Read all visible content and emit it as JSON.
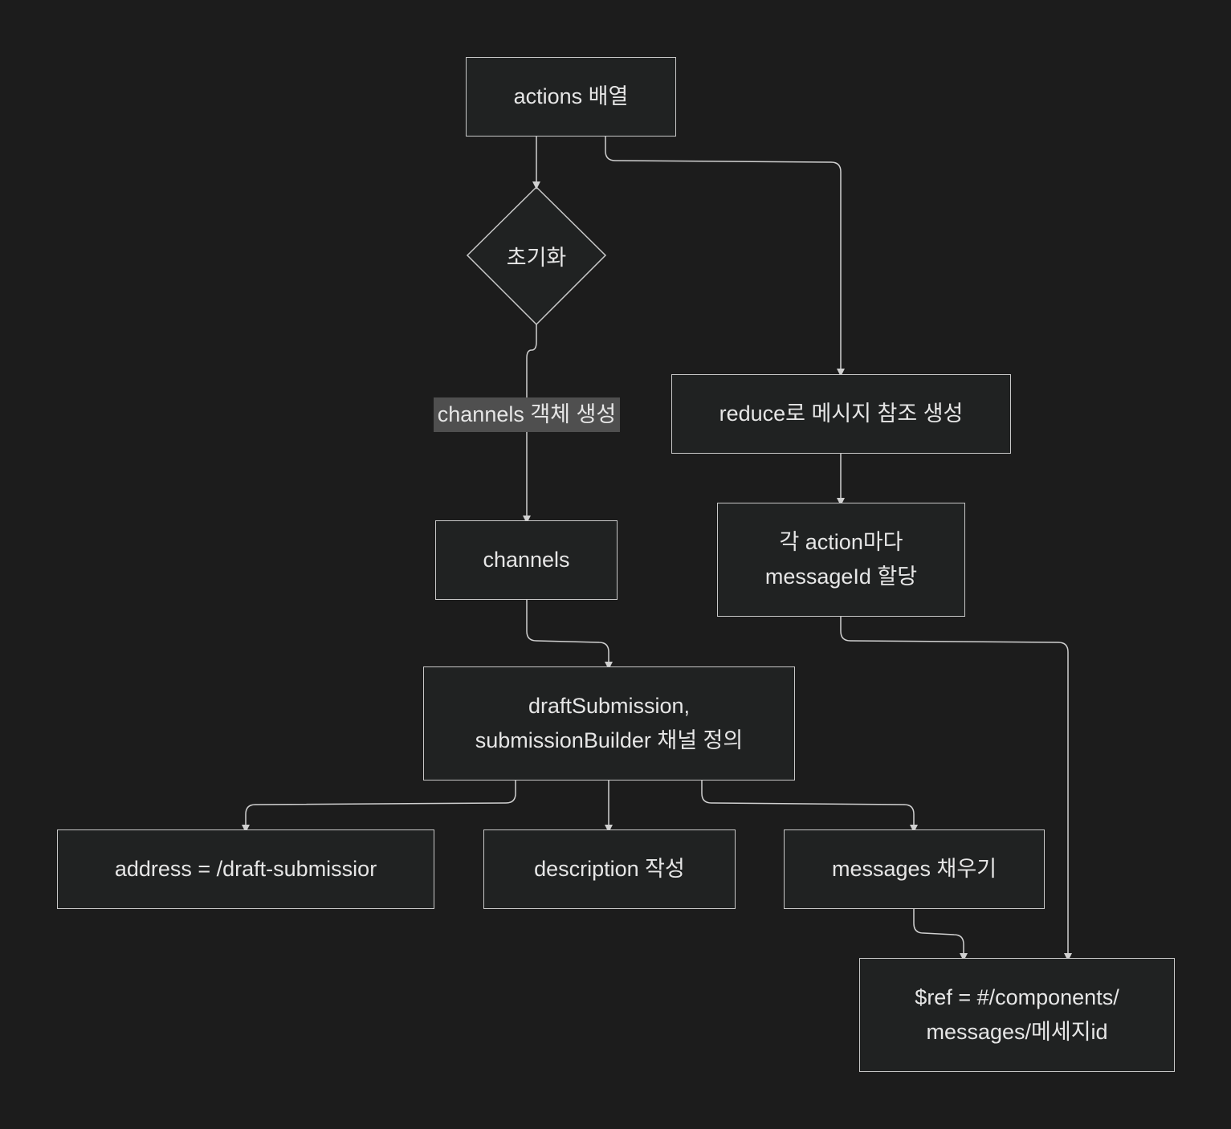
{
  "nodes": {
    "actions": "actions 배열",
    "init": "초기화",
    "reduce": "reduce로 메시지 참조 생성",
    "channels": "channels",
    "assign_line1": "각 action마다",
    "assign_line2": "messageId 할당",
    "draft_line1": "draftSubmission,",
    "draft_line2": "submissionBuilder 채널 정의",
    "address": "address = /draft-submissior",
    "description": "description 작성",
    "messages": "messages 채우기",
    "ref_line1": "$ref = #/components/",
    "ref_line2": "messages/메세지id"
  },
  "edge_labels": {
    "init_to_channels": "channels 객체 생성"
  },
  "colors": {
    "background": "#1c1c1c",
    "node_fill": "#202222",
    "stroke": "#c8c8c8",
    "text": "#e6e6e6",
    "edge_label_bg": "#4f4f4f"
  }
}
